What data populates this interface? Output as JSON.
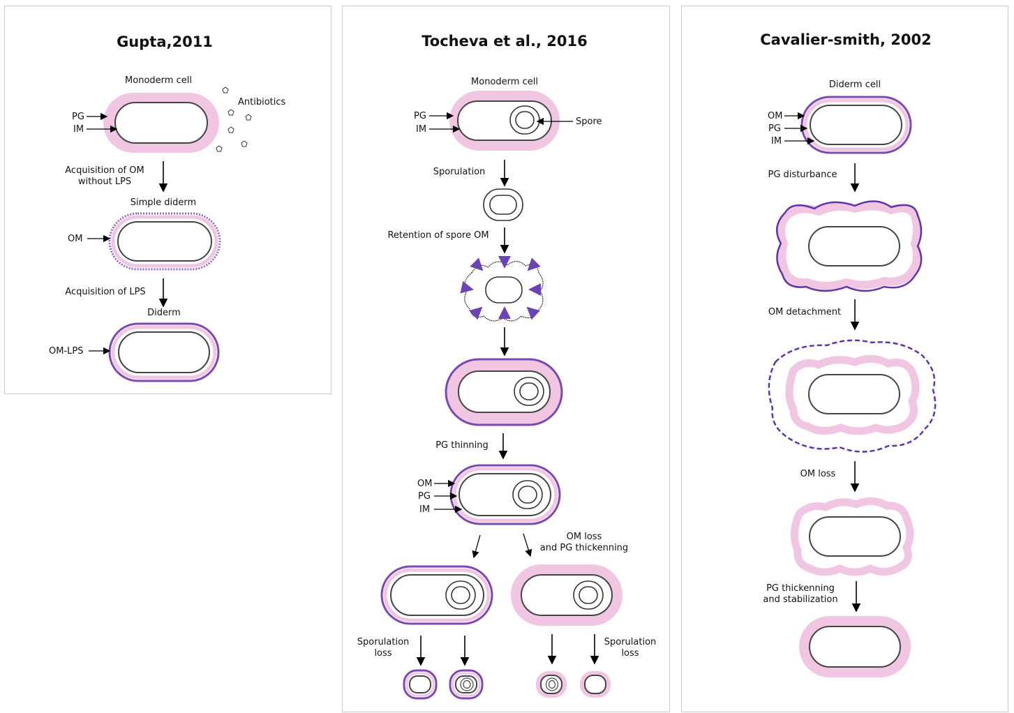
{
  "panel_gupta": {
    "title": "Gupta,2011",
    "monoderm_label": "Monoderm cell",
    "pg": "PG",
    "im": "IM",
    "antibiotics": "Antibiotics",
    "step1_line1": "Acquisition of OM",
    "step1_line2": "without LPS",
    "simple_diderm": "Simple diderm",
    "om": "OM",
    "step2": "Acquisition of LPS",
    "diderm": "Diderm",
    "om_lps": "OM-LPS"
  },
  "panel_tocheva": {
    "title": "Tocheva et al., 2016",
    "monoderm_label": "Monoderm cell",
    "pg": "PG",
    "im": "IM",
    "spore": "Spore",
    "sporulation": "Sporulation",
    "retention": "Retention of spore OM",
    "pg_thinning": "PG thinning",
    "om": "OM",
    "pg2": "PG",
    "im2": "IM",
    "om_loss_line1": "OM loss",
    "om_loss_line2": "and PG thickenning",
    "sporulation_loss_left_1": "Sporulation",
    "sporulation_loss_left_2": "loss",
    "sporulation_loss_right_1": "Sporulation",
    "sporulation_loss_right_2": "loss"
  },
  "panel_cavalier": {
    "title": "Cavalier-smith, 2002",
    "diderm_label": "Diderm cell",
    "om": "OM",
    "pg": "PG",
    "im": "IM",
    "pg_disturbance": "PG disturbance",
    "om_detachment": "OM detachment",
    "om_loss": "OM loss",
    "pg_thick_line1": "PG thickenning",
    "pg_thick_line2": "and stabilization"
  },
  "colors": {
    "peptidoglycan": "#f0c6e2",
    "outer_membrane": "#7a4ab0",
    "inner_membrane": "#444444"
  }
}
